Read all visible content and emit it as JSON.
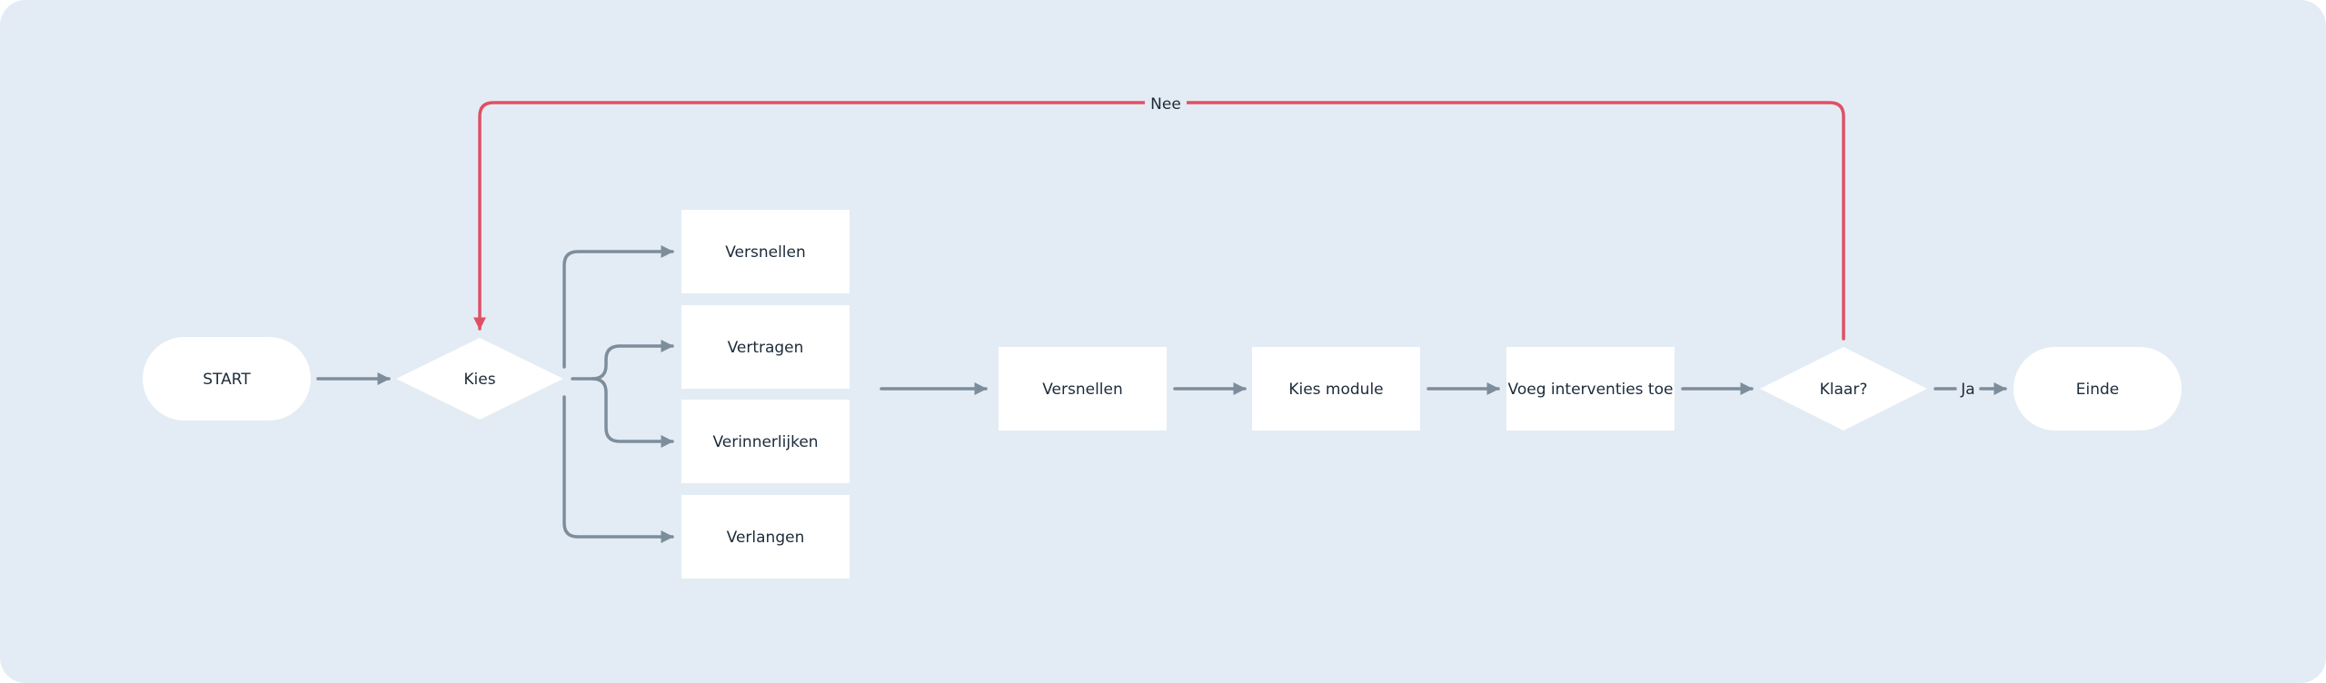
{
  "diagram": {
    "nodes": {
      "start": {
        "label": "START",
        "shape": "terminal"
      },
      "kies": {
        "label": "Kies",
        "shape": "decision"
      },
      "versnellen_a": {
        "label": "Versnellen",
        "shape": "process"
      },
      "vertragen": {
        "label": "Vertragen",
        "shape": "process"
      },
      "verinnerlijken": {
        "label": "Verinnerlijken",
        "shape": "process"
      },
      "verlangen": {
        "label": "Verlangen",
        "shape": "process"
      },
      "versnellen_b": {
        "label": "Versnellen",
        "shape": "process"
      },
      "kies_module": {
        "label": "Kies module",
        "shape": "process"
      },
      "voeg_interventies": {
        "label": "Voeg interventies toe",
        "shape": "process"
      },
      "klaar": {
        "label": "Klaar?",
        "shape": "decision"
      },
      "einde": {
        "label": "Einde",
        "shape": "terminal"
      }
    },
    "edge_labels": {
      "ja": "Ja",
      "nee": "Nee"
    },
    "colors": {
      "background": "#e3ecf4",
      "node_fill": "#ffffff",
      "edge": "#7d8d9b",
      "loop_edge": "#e05064",
      "text": "#1c2b3a"
    }
  }
}
